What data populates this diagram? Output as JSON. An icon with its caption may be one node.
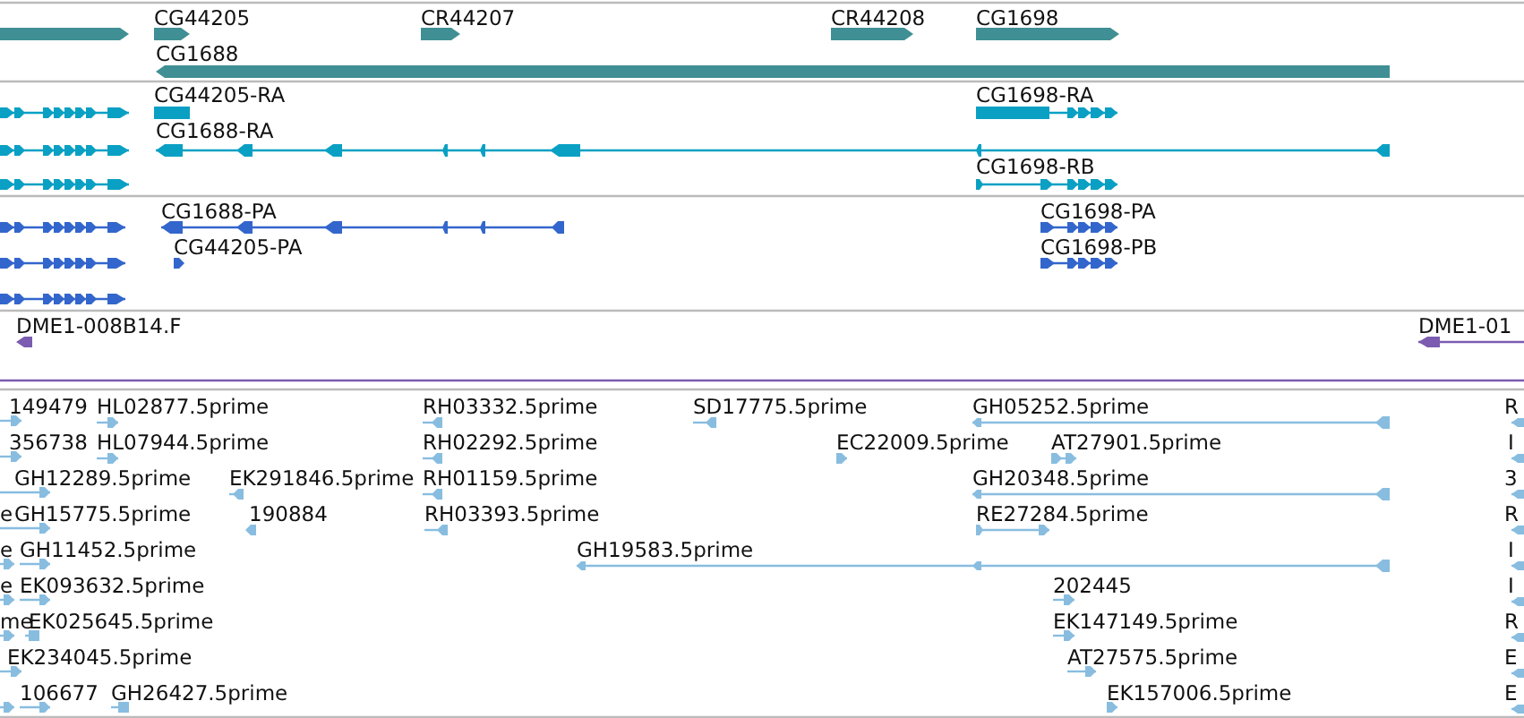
{
  "diagram": {
    "labels": [
      "CG44205",
      "CR44207",
      "CR44208",
      "CG1698",
      "CG1688",
      "CG44205-RA",
      "CG1698-RA",
      "CG1688-RA",
      "CG1698-RB",
      "CG1688-PA",
      "CG1698-PA",
      "CG44205-PA",
      "CG1698-PB",
      "DME1-008B14.F",
      "DME1-01",
      "149479",
      "HL02877.5prime",
      "RH03332.5prime",
      "SD17775.5prime",
      "GH05252.5prime",
      "R",
      "356738",
      "HL07944.5prime",
      "RH02292.5prime",
      "EC22009.5prime",
      "AT27901.5prime",
      "I",
      "GH12289.5prime",
      "EK291846.5prime",
      "RH01159.5prime",
      "GH20348.5prime",
      "3",
      "e",
      "GH15775.5prime",
      "190884",
      "RH03393.5prime",
      "RE27284.5prime",
      "R",
      "e",
      "GH11452.5prime",
      "GH19583.5prime",
      "I",
      "e",
      "EK093632.5prime",
      "202445",
      "I",
      "me",
      "EK025645.5prime",
      "EK147149.5prime",
      "R",
      "EK234045.5prime",
      "AT27575.5prime",
      "E",
      "106677",
      "GH26427.5prime",
      "EK157006.5prime",
      "E"
    ]
  }
}
